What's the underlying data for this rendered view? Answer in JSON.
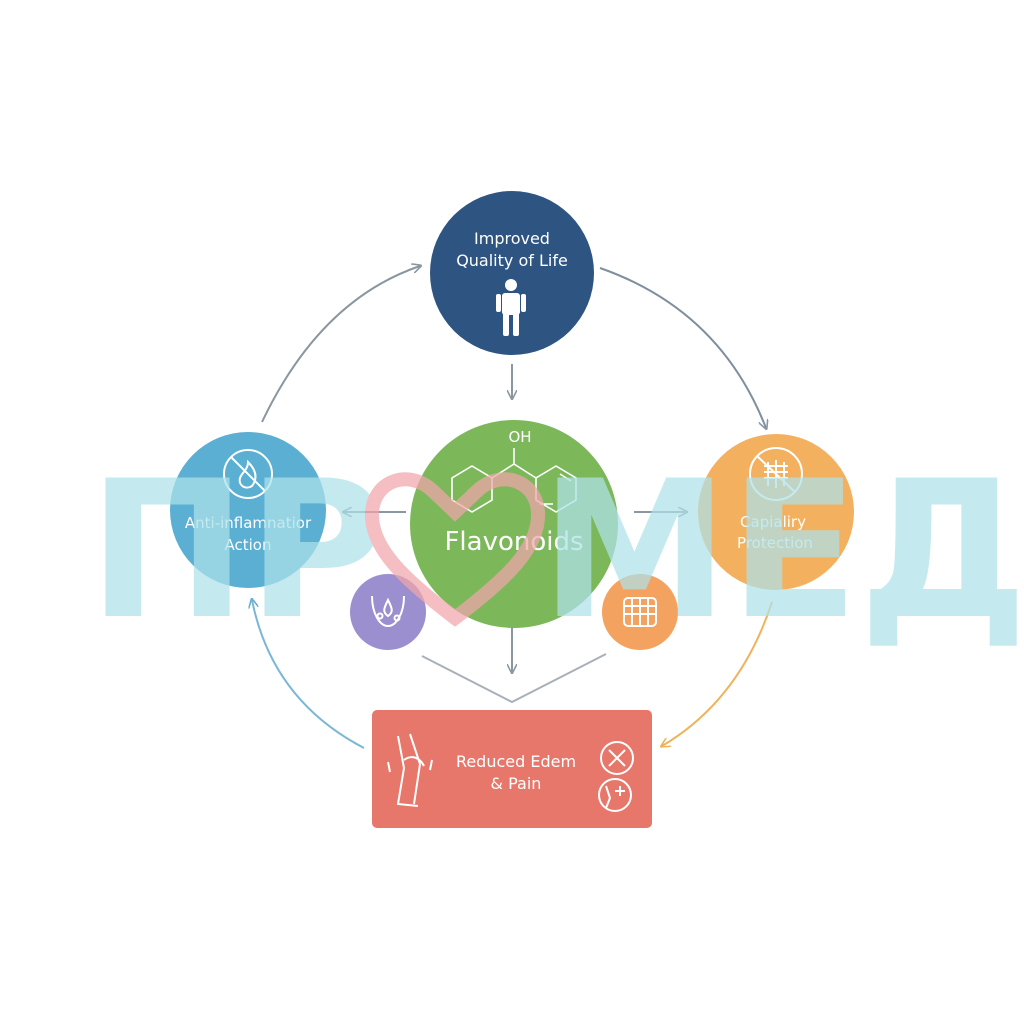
{
  "diagram": {
    "center": {
      "label": "Flavonoids",
      "formula_label": "OH",
      "color": "#7cb85a"
    },
    "top": {
      "line1": "Improved",
      "line2": "Quality of Life",
      "color": "#2e5482"
    },
    "left": {
      "line1": "Anti-inflamnatior",
      "line2": "Action",
      "color": "#5aafd2"
    },
    "right": {
      "line1": "Capialiry",
      "line2": "Protection",
      "color": "#f3b160"
    },
    "bottom": {
      "line1": "Reduced Edem",
      "line2": "& Pain",
      "color": "#e8776b"
    },
    "small_left_color": "#9b8fd0",
    "small_right_color": "#f3a35f"
  },
  "watermark": {
    "left": "ПР",
    "right": "МЕД",
    "color": "#aee2ea",
    "heart_color": "#f2a6ac"
  },
  "icons": {
    "top": "person-icon",
    "left": "no-fire-icon",
    "right": "capillary-icon",
    "bottom_left": "leg-icon",
    "bottom_right_1": "cross-circle-icon",
    "bottom_right_2": "knee-plus-icon",
    "small_left": "droplet-icon",
    "small_right": "vessel-icon"
  }
}
